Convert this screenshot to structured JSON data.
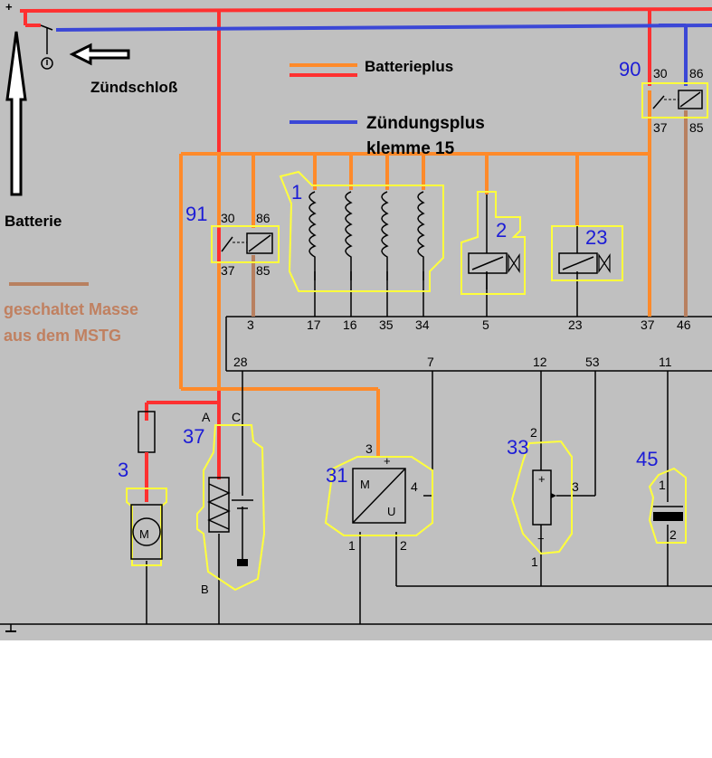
{
  "labels": {
    "ignition_lock": "Zündschloß",
    "battery": "Batterie",
    "plus_sign": "+",
    "legend_battery_plus": "Batterieplus",
    "legend_ignition_plus_1": "Zündungsplus",
    "legend_ignition_plus_2": "klemme 15",
    "legend_switched_ground_1": "geschaltet Masse",
    "legend_switched_ground_2": "aus dem MSTG"
  },
  "components": {
    "c90": "90",
    "c91": "91",
    "c1": "1",
    "c2": "2",
    "c23": "23",
    "c3": "3",
    "c37": "37",
    "c31": "31",
    "c33": "33",
    "c45": "45"
  },
  "relay_pins": {
    "r90_30": "30",
    "r90_86": "86",
    "r90_37": "37",
    "r90_85": "85",
    "r91_30": "30",
    "r91_86": "86",
    "r91_37": "37",
    "r91_85": "85"
  },
  "ecu_pins_top": {
    "p3": "3",
    "p17": "17",
    "p16": "16",
    "p35": "35",
    "p34": "34",
    "p5": "5",
    "p23": "23",
    "p37": "37",
    "p46": "46"
  },
  "ecu_pins_bottom": {
    "p28": "28",
    "p7": "7",
    "p12": "12",
    "p53": "53",
    "p11": "11"
  },
  "sub_labels": {
    "A": "A",
    "C": "C",
    "B": "B",
    "m31_3": "3",
    "m31_4": "4",
    "m31_1": "1",
    "m31_2": "2",
    "m31_plus": "+",
    "m31_M": "M",
    "m31_U": "U",
    "s33_2": "2",
    "s33_3": "3",
    "s33_1": "1",
    "s33_plus": "+",
    "s33_minus": "−",
    "c45_1": "1",
    "c45_2": "2",
    "motor_M": "M"
  },
  "colors": {
    "battery_plus": "#ff3030",
    "ignition_plus": "#3b47d6",
    "relay_output": "#ff8a2a",
    "switched_ground": "#b88060",
    "component_outline": "#ffff3c",
    "background": "#c0c0c0",
    "component_number": "#1c1cd6"
  }
}
